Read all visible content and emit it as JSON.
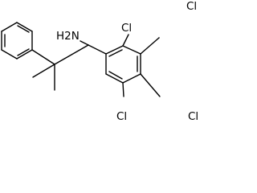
{
  "molecule": {
    "atom_labels": {
      "amine": "H2N",
      "cl_top_left": "Cl",
      "cl_top_right": "Cl",
      "cl_bottom_left": "Cl",
      "cl_bottom_right": "Cl"
    },
    "colors": {
      "bond": "#000000",
      "label": "#000000",
      "background": "#ffffff"
    }
  }
}
